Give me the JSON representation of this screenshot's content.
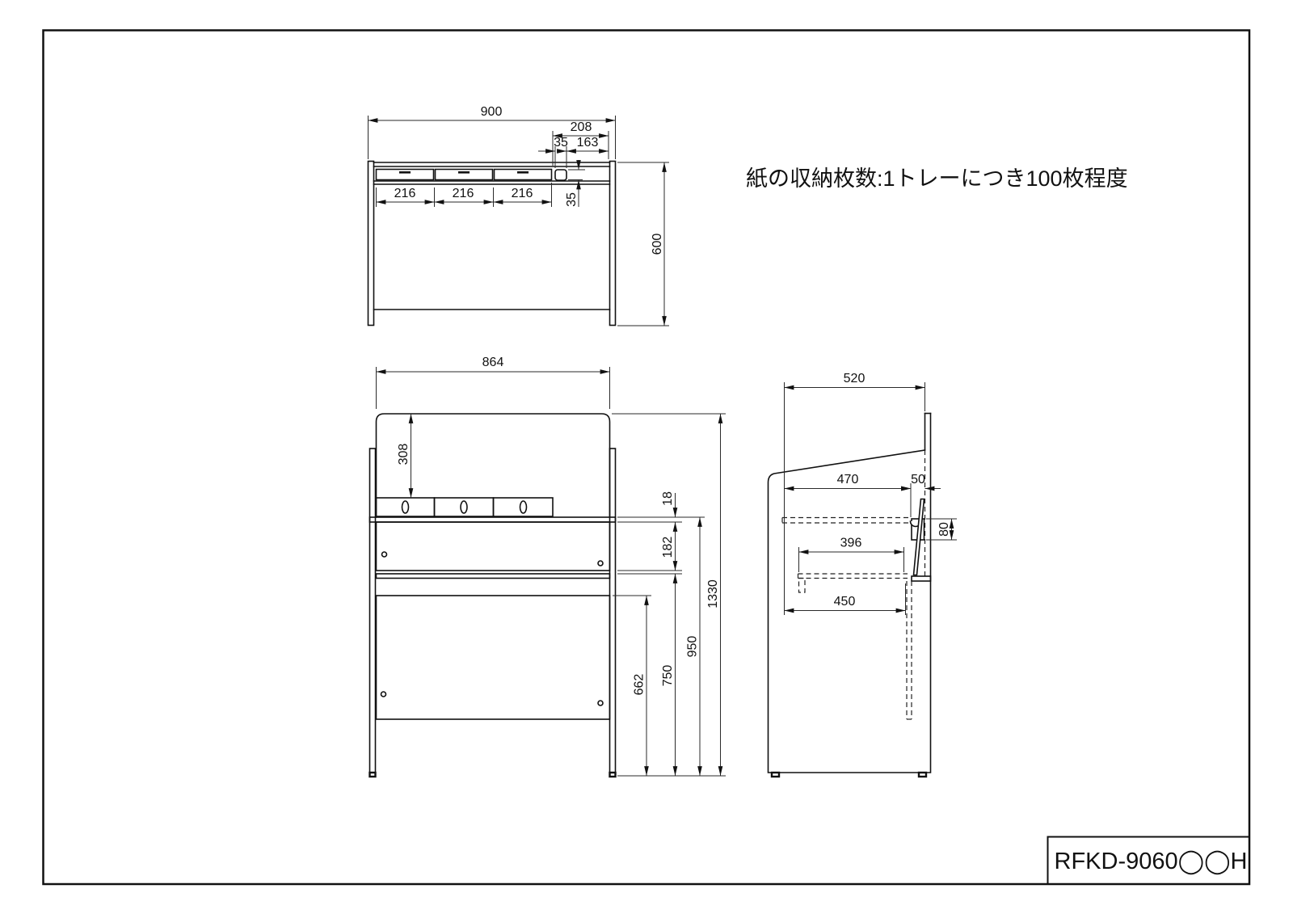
{
  "note": {
    "text": "紙の収納枚数:1トレーにつき100枚程度"
  },
  "title_block": {
    "model": "RFKD-9060◯◯H"
  },
  "views": {
    "top": {
      "dims": {
        "width_total": "900",
        "right_section": "208",
        "slot_width": "35",
        "right_offset": "163",
        "trays": [
          "216",
          "216",
          "216"
        ],
        "slot_height": "35",
        "depth_total": "600"
      }
    },
    "front": {
      "dims": {
        "panel_width": "864",
        "back_panel_height": "308",
        "top_thickness": "18",
        "apron_height": "182",
        "modesty_top_height": "662",
        "shelf_height": "750",
        "desk_height": "950",
        "total_height": "1330"
      }
    },
    "side": {
      "dims": {
        "top_depth": "520",
        "desk_depth": "470",
        "tray_depth": "50",
        "tray_height": "80",
        "shelf_depth": "396",
        "seat_depth": "450"
      }
    }
  }
}
